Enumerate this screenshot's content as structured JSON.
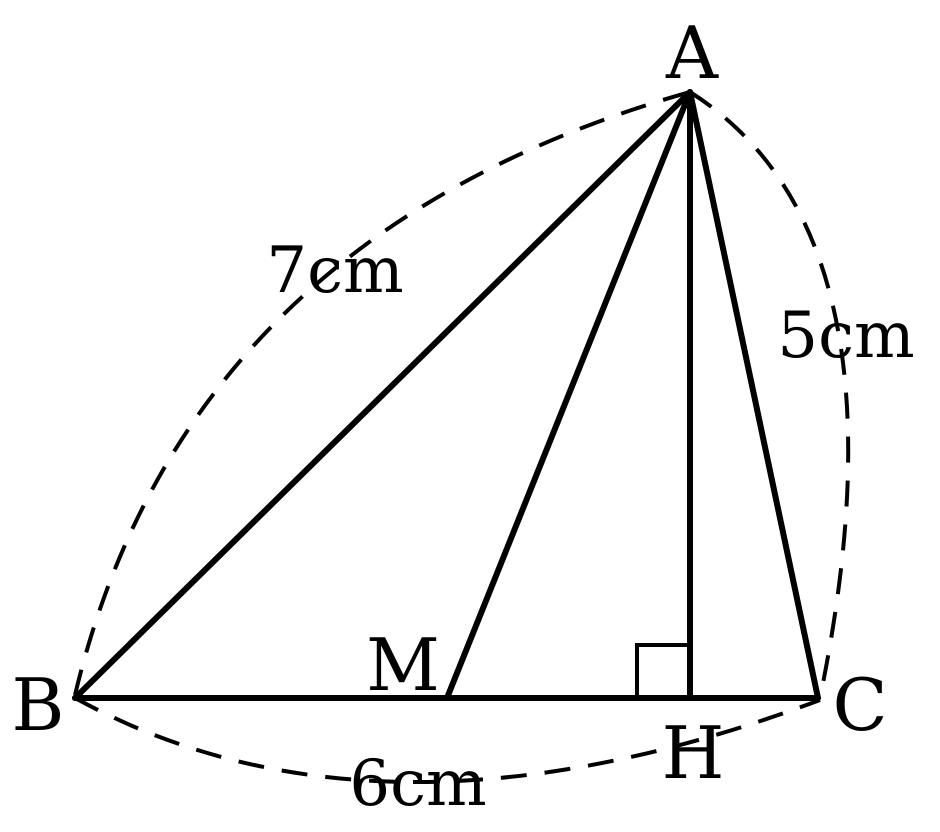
{
  "points": {
    "A": "A",
    "B": "B",
    "C": "C",
    "M": "M",
    "H": "H"
  },
  "lengths": {
    "AB": "7cm",
    "AC": "5cm",
    "BC": "6cm"
  },
  "marks": {
    "right_angle_at": "H"
  },
  "colors": {
    "ink": "#000000",
    "background": "#ffffff"
  }
}
